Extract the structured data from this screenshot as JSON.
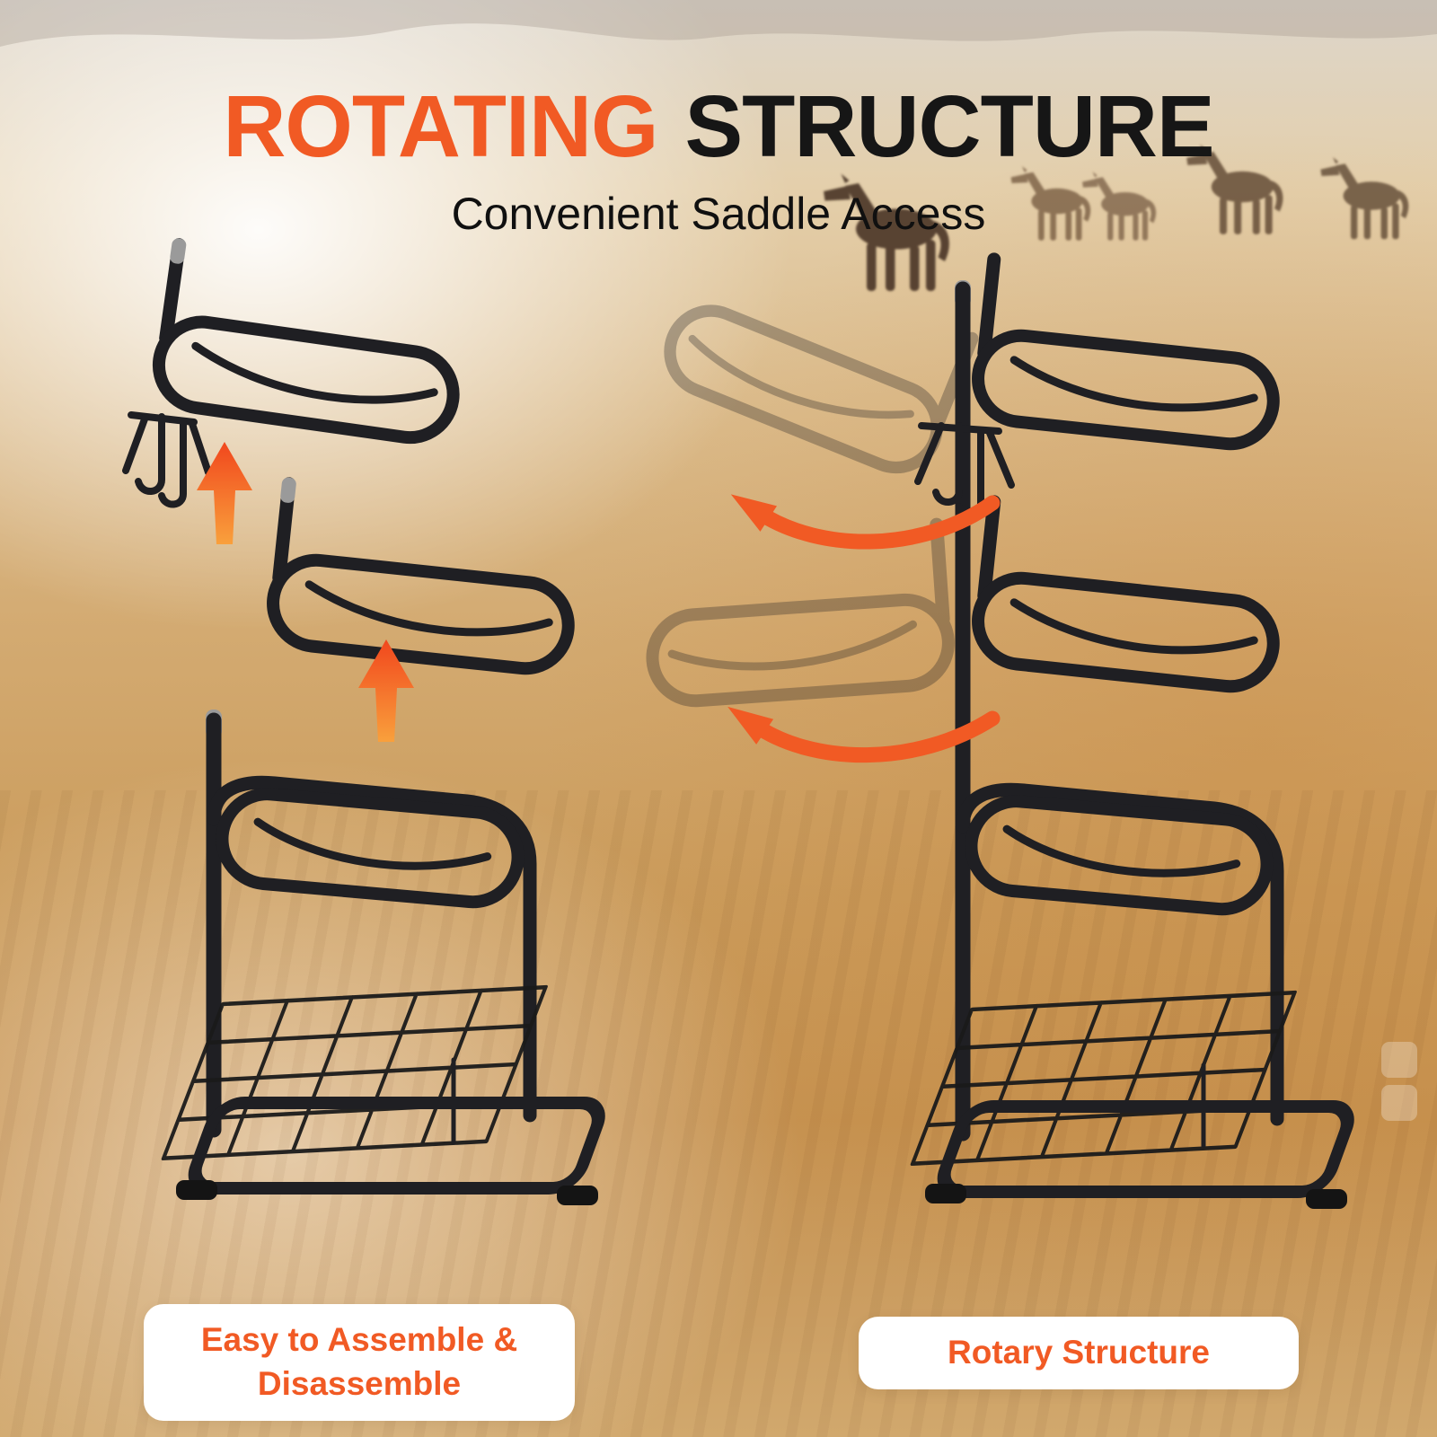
{
  "title": {
    "highlight": "ROTATING",
    "rest": "STRUCTURE"
  },
  "subtitle": "Convenient Saddle Access",
  "captions": {
    "left": "Easy to Assemble & Disassemble",
    "right": "Rotary Structure"
  },
  "colors": {
    "accent_orange": "#F15A24",
    "title_dark": "#161616",
    "metal_dark": "#1f1f23",
    "caption_bg": "#FFFFFF"
  },
  "icons": {
    "up_arrow": "up-arrow-icon",
    "rotate_arrow": "rotate-arrow-icon",
    "horse": "horse-silhouette"
  }
}
